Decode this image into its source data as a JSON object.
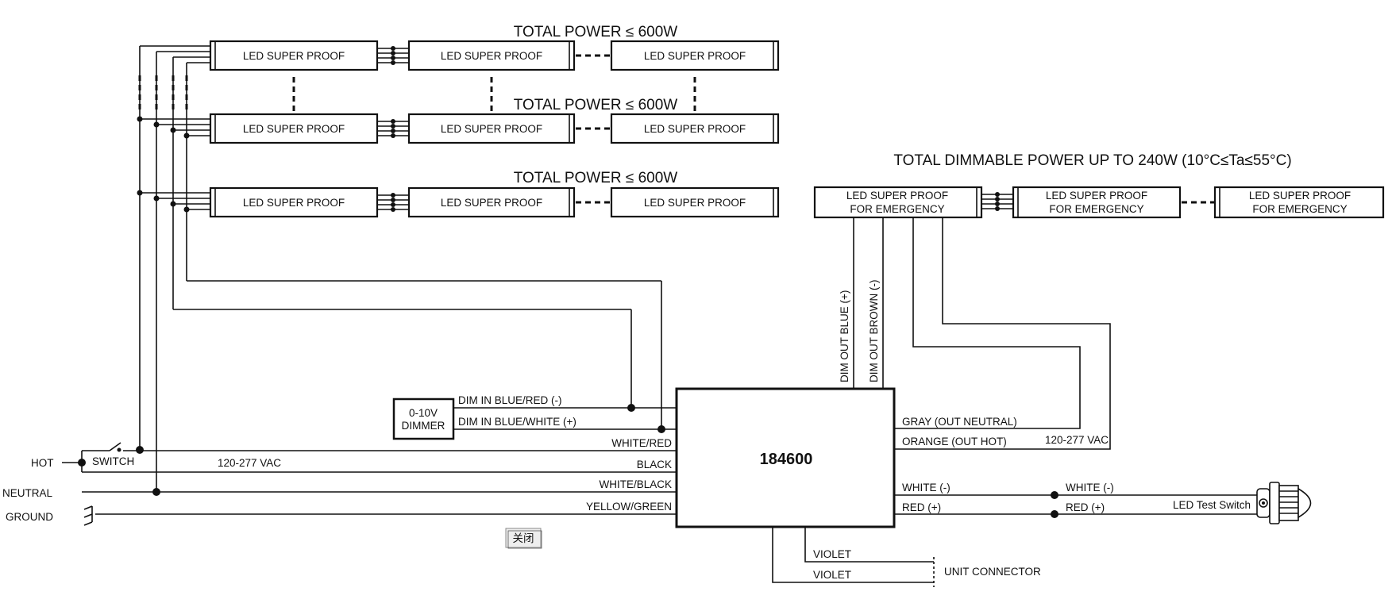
{
  "diagram": {
    "power_label": "TOTAL POWER ≤ 600W",
    "dimmable_label": "TOTAL DIMMABLE POWER UP TO 240W (10°C≤Ta≤55°C)",
    "fixture_label": "LED SUPER PROOF",
    "emergency_fixture_line1": "LED SUPER PROOF",
    "emergency_fixture_line2": "FOR EMERGENCY",
    "driver_model": "184600",
    "dimmer_line1": "0-10V",
    "dimmer_line2": "DIMMER",
    "inputs": {
      "hot": "HOT",
      "neutral": "NEUTRAL",
      "ground": "GROUND",
      "switch": "SWITCH",
      "voltage": "120-277 VAC"
    },
    "wires_left": {
      "dim_in_red": "DIM IN BLUE/RED (-)",
      "dim_in_white": "DIM IN BLUE/WHITE (+)",
      "white_red": "WHITE/RED",
      "black": "BLACK",
      "white_black": "WHITE/BLACK",
      "yellow_green": "YELLOW/GREEN"
    },
    "wires_right": {
      "gray": "GRAY (OUT NEUTRAL)",
      "orange": "ORANGE (OUT HOT)",
      "voltage": "120-277 VAC",
      "white_neg": "WHITE (-)",
      "red_pos": "RED (+)",
      "white_neg_switch": "WHITE (-)",
      "red_pos_switch": "RED (+)",
      "test_switch": "LED Test Switch"
    },
    "wires_top": {
      "dim_out_blue": "DIM OUT BLUE (+)",
      "dim_out_brown": "DIM OUT BROWN (-)"
    },
    "wires_bottom": {
      "violet_1": "VIOLET",
      "violet_2": "VIOLET",
      "unit_connector": "UNIT CONNECTOR"
    },
    "close_button": "关闭"
  }
}
